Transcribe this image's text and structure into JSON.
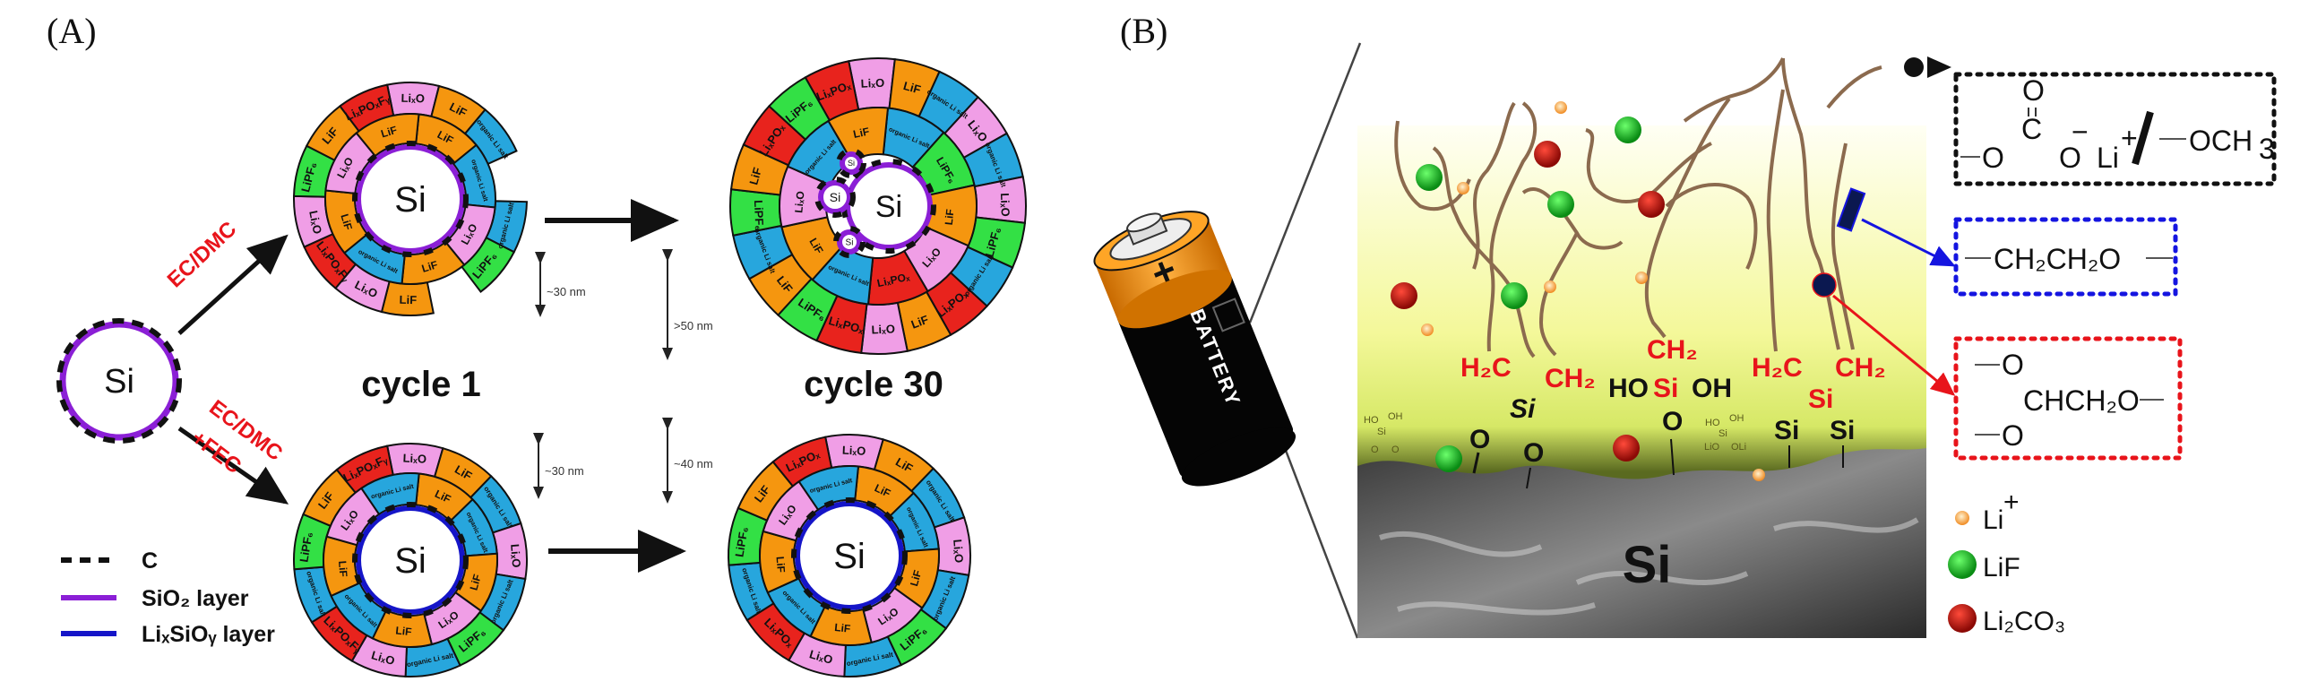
{
  "panel_a": {
    "label": "(A)",
    "pristine_si": "Si",
    "solvent_top": "EC/DMC",
    "solvent_bottom_line1": "EC/DMC",
    "solvent_bottom_line2": "+FEC",
    "cycle_1": "cycle 1",
    "cycle_30": "cycle 30",
    "scale_bars": [
      "~30 nm",
      ">50 nm",
      "~30 nm",
      "~40 nm"
    ],
    "legend": [
      {
        "label": "C",
        "style": "dashed",
        "color": "#111111"
      },
      {
        "label": "SiO₂ layer",
        "style": "solid",
        "color": "#8b1fd6"
      },
      {
        "label": "LiₓSiOᵧ layer",
        "style": "solid",
        "color": "#1515c8"
      }
    ],
    "colors": {
      "LiF": "#f5960f",
      "LiₓO": "#f09ee6",
      "organic": "#27a6dd",
      "LiPF": "#33e045",
      "LiPO": "#e8231d"
    },
    "particles": [
      {
        "name": "ec-dmc-cycle-1",
        "core": "Si",
        "shell": "#8b1fd6",
        "inner": [
          "LiF",
          "organic Li salt",
          "LiₓO",
          "LiF",
          "organic Li salt",
          "LiF",
          "LiₓO",
          "LiF"
        ],
        "outer": [
          "LiₓO",
          "LiF",
          "organic Li salt",
          "",
          "organic Li salt",
          "LiPF₆",
          "",
          "LiF",
          "LiₓO",
          "LiₓPOₓFᵧ",
          "LiₓO",
          "LiPF₆",
          "LiF",
          "LiₓPOₓFᵧ"
        ]
      },
      {
        "name": "ec-dmc-cycle-30",
        "core": "Si",
        "small_cores": [
          "Si",
          "Si",
          "Si"
        ],
        "shell": "#8b1fd6",
        "inner": [
          "organic Li salt",
          "LiPF₆",
          "LiF",
          "LiₓO",
          "LiₓPOₓ",
          "organic Li salt",
          "LiF",
          "LiₓO",
          "organic Li salt",
          "LiF"
        ],
        "outer": [
          "LiₓO",
          "LiF",
          "organic Li salt",
          "LiₓO",
          "organic Li salt",
          "LiₓO",
          "LiPF₆",
          "organic Li salt",
          "LiₓPOₓ",
          "LiF",
          "LiₓO",
          "LiₓPOₓ",
          "LiPF₆",
          "LiF",
          "organic Li salt",
          "LiPF₆",
          "LiF",
          "LiₓPOₓ",
          "LiPF₆",
          "LiₓPOₓ"
        ]
      },
      {
        "name": "fec-cycle-1",
        "core": "Si",
        "shell": "#1515c8",
        "inner": [
          "LiF",
          "organic Li salt",
          "LiF",
          "LiₓO",
          "LiF",
          "organic Li salt",
          "LiF",
          "LiₓO",
          "organic Li salt"
        ],
        "outer": [
          "LiₓO",
          "LiF",
          "organic Li salt",
          "LiₓO",
          "organic Li salt",
          "LiPF₆",
          "organic Li salt",
          "LiₓO",
          "LiₓPOₓFᵧ",
          "organic Li salt",
          "LiPF₆",
          "LiF",
          "LiₓPOₓFᵧ"
        ]
      },
      {
        "name": "fec-cycle-30",
        "core": "Si",
        "shell": "#1515c8",
        "inner": [
          "LiF",
          "organic Li salt",
          "LiF",
          "LiₓO",
          "LiF",
          "organic Li salt",
          "LiF",
          "LiₓO",
          "organic Li salt"
        ],
        "outer": [
          "LiₓO",
          "LiF",
          "organic Li salt",
          "LiₓO",
          "organic Li salt",
          "LiPF₆",
          "organic Li salt",
          "LiₓO",
          "LiₓPOₓ",
          "organic Li salt",
          "LiPF₆",
          "LiF",
          "LiₓPOₓ"
        ]
      }
    ]
  },
  "panel_b": {
    "label": "(B)",
    "battery_text": "BATTERY",
    "battery_sign": "+",
    "substrate": "Si",
    "surface_groups": {
      "g1": {
        "left": "H₂C",
        "center": "Si",
        "right": "CH₂",
        "o1": "O",
        "o2": "O"
      },
      "g2": {
        "top": "CH₂",
        "left": "HO",
        "center": "Si",
        "right": "OH",
        "o": "O"
      },
      "g3": {
        "left": "H₂C",
        "center": "Si",
        "right": "CH₂",
        "si1": "Si",
        "si2": "Si"
      },
      "silanol_small": [
        "HO",
        "OH",
        "Si",
        "O",
        "O",
        "LiO",
        "OLi"
      ]
    },
    "boxes": [
      {
        "name": "carbonate-box",
        "color": "#111111",
        "top": "O",
        "carbon": "C",
        "o_left": "O",
        "o_right": "O",
        "minus": "−",
        "li": "Li",
        "plus": "+",
        "alt": "OCH",
        "alt_sub": "3"
      },
      {
        "name": "ethylene-oxide-box",
        "color": "#1515e0",
        "formula": "CH₂CH₂O"
      },
      {
        "name": "branched-box",
        "color": "#e8141b",
        "o_top": "O",
        "o_bottom": "O",
        "formula": "CHCH₂O"
      }
    ],
    "legend": [
      {
        "label": "Li",
        "sup": "+",
        "color": "#f7a040"
      },
      {
        "label": "LiF",
        "color": "#1fae2a"
      },
      {
        "label": "Li₂CO₃",
        "color": "#c8110f"
      }
    ]
  }
}
